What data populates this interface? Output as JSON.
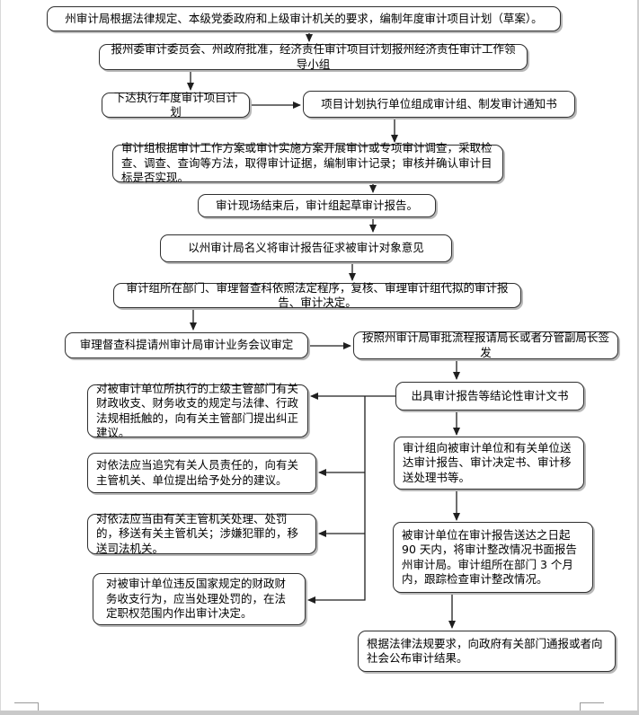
{
  "document": {
    "kind": "audit-process-flowchart",
    "page_background": "#ffffff",
    "page_edge_color": "#c9c9c9",
    "box_border_color": "#2f2f2f",
    "connector_color": "#1f1f1f"
  },
  "flowchart": {
    "nodes": [
      {
        "id": "plan-draft",
        "text": "州审计局根据法律规定、本级党委政府和上级审计机关的要求，编制年度审计项目计划（草案）。"
      },
      {
        "id": "plan-approval",
        "text": "报州委审计委员会、州政府批准，经济责任审计项目计划报州经济责任审计工作领导小组"
      },
      {
        "id": "issue-plan",
        "text": "下达执行年度审计项目计划"
      },
      {
        "id": "form-audit-team",
        "text": "项目计划执行单位组成审计组、制发审计通知书"
      },
      {
        "id": "conduct-audit",
        "text": "审计组根据审计工作方案或审计实施方案开展审计或专项审计调查，采取检查、调查、查询等方法，取得审计证据，编制审计记录；审核并确认审计目标是否实现。"
      },
      {
        "id": "draft-report",
        "text": "审计现场结束后，审计组起草审计报告。"
      },
      {
        "id": "solicit-opinions",
        "text": "以州审计局名义将审计报告征求被审计对象意见"
      },
      {
        "id": "review-legal-procedure",
        "text": "审计组所在部门、审理督查科依照法定程序，复核、审理审计组代拟的审计报告、审计决定。"
      },
      {
        "id": "business-meeting",
        "text": "审理督查科提请州审计局审计业务会议审定"
      },
      {
        "id": "director-signoff",
        "text": "按照州审计局审批流程报请局长或者分管副局长签发"
      },
      {
        "id": "issue-audit-documents",
        "text": "出具审计报告等结论性审计文书"
      },
      {
        "id": "correction-suggestion",
        "text": "对被审计单位所执行的上级主管部门有关财政收支、财务收支的规定与法律、行政法规相抵触的，向有关主管部门提出纠正建议。"
      },
      {
        "id": "discipline-suggestion",
        "text": "对依法应当追究有关人员责任的，向有关主管机关、单位提出给予处分的建议。"
      },
      {
        "id": "deliver-documents",
        "text": "审计组向被审计单位和有关单位送达审计报告、审计决定书、审计移送处理书等。"
      },
      {
        "id": "transfer-to-authorities",
        "text": "对依法应当由有关主管机关处理、处罚的，移送有关主管机关；涉嫌犯罪的，移送司法机关。"
      },
      {
        "id": "rectification-followup",
        "text": "被审计单位在审计报告送达之日起 90 天内，将审计整改情况书面报告州审计局。审计组所在部门 3 个月内，跟踪检查审计整改情况。"
      },
      {
        "id": "audit-decision",
        "text": "对被审计单位违反国家规定的财政财务收支行为，应当处理处罚的，在法定职权范围内作出审计决定。"
      },
      {
        "id": "publish-results",
        "text": "根据法律法规要求，向政府有关部门通报或者向社会公布审计结果。"
      }
    ]
  }
}
